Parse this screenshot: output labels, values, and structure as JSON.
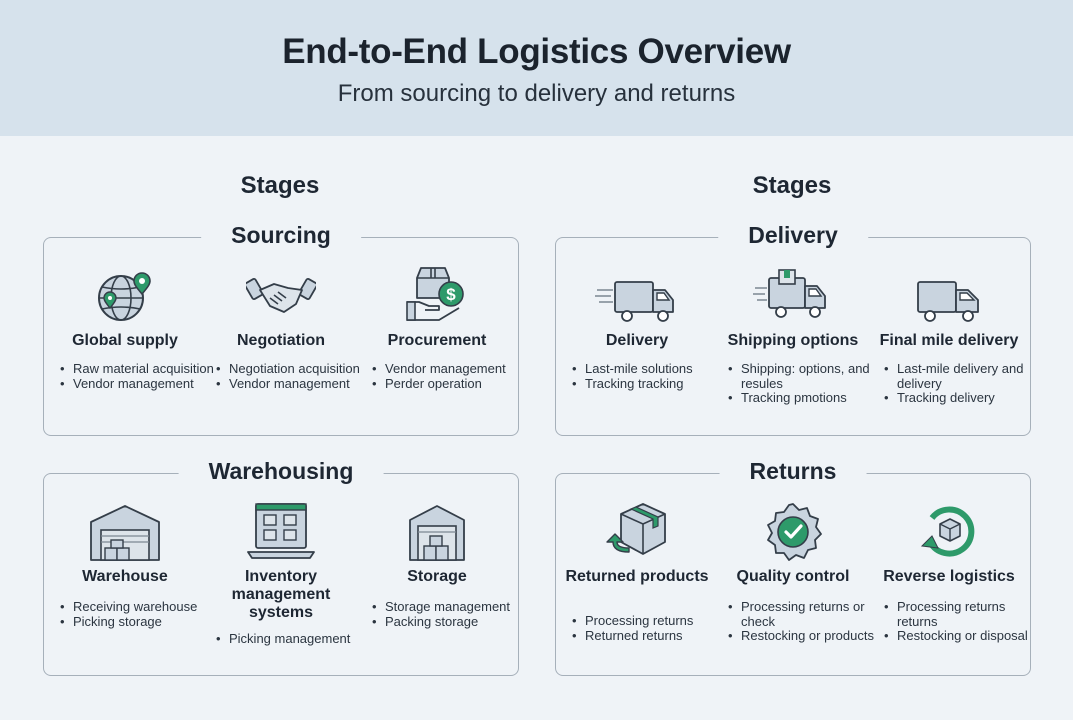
{
  "header": {
    "title": "End-to-End Logistics Overview",
    "subtitle": "From sourcing to delivery and returns"
  },
  "columns": {
    "left_label": "Stages",
    "right_label": "Stages"
  },
  "colors": {
    "accent": "#2e9a6a",
    "icon_fill": "#c9d4df",
    "icon_stroke": "#343e49",
    "header_bg": "#d6e2ec",
    "page_bg": "#eff3f7"
  },
  "panels": {
    "sourcing": {
      "title": "Sourcing",
      "items": [
        {
          "icon": "globe-pin-icon",
          "title": "Global supply",
          "bullets": [
            "Raw material acquisition",
            "Vendor management"
          ]
        },
        {
          "icon": "handshake-icon",
          "title": "Negotiation",
          "bullets": [
            "Negotiation acquisition",
            "Vendor management"
          ]
        },
        {
          "icon": "box-hand-dollar-icon",
          "title": "Procurement",
          "bullets": [
            "Vendor management",
            "Perder operation"
          ]
        }
      ]
    },
    "delivery": {
      "title": "Delivery",
      "items": [
        {
          "icon": "speeding-truck-icon",
          "title": "Delivery",
          "bullets": [
            "Last-mile solutions",
            "Tracking tracking"
          ]
        },
        {
          "icon": "truck-package-icon",
          "title": "Shipping options",
          "bullets": [
            "Shipping: options, and resules",
            "Tracking pmotions"
          ]
        },
        {
          "icon": "truck-icon",
          "title": "Final mile delivery",
          "bullets": [
            "Last-mile delivery and delivery",
            "Tracking delivery"
          ]
        }
      ]
    },
    "warehousing": {
      "title": "Warehousing",
      "items": [
        {
          "icon": "warehouse-icon",
          "title": "Warehouse",
          "bullets": [
            "Receiving warehouse",
            "Picking storage"
          ]
        },
        {
          "icon": "laptop-grid-icon",
          "title": "Inventory management systems",
          "bullets": [
            "Picking management"
          ]
        },
        {
          "icon": "storage-shed-icon",
          "title": "Storage",
          "bullets": [
            "Storage management",
            "Packing storage"
          ]
        }
      ]
    },
    "returns": {
      "title": "Returns",
      "items": [
        {
          "icon": "box-return-icon",
          "title": "Returned products",
          "bullets": [
            "Processing returns",
            "Returned returns"
          ]
        },
        {
          "icon": "quality-badge-icon",
          "title": "Quality control",
          "bullets": [
            "Processing returns or check",
            "Restocking or products"
          ]
        },
        {
          "icon": "reverse-cycle-icon",
          "title": "Reverse logistics",
          "bullets": [
            "Processing returns returns",
            "Restocking or disposal"
          ]
        }
      ]
    }
  }
}
